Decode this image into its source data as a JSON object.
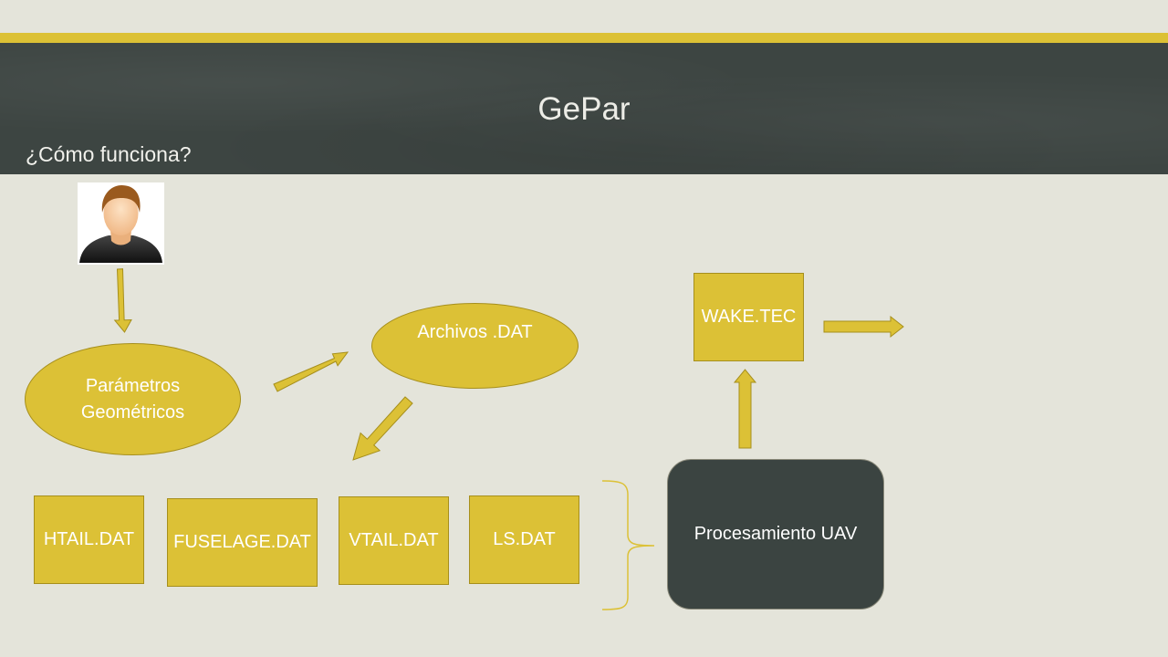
{
  "slide": {
    "title": "GePar",
    "subtitle": "¿Cómo funciona?"
  },
  "icons": {
    "user": "user-avatar-icon"
  },
  "nodes": {
    "parametros": "Parámetros Geométricos",
    "archivos": "Archivos .DAT",
    "wake": "WAKE.TEC",
    "procesamiento": "Procesamiento UAV",
    "htail": "HTAIL.DAT",
    "fuselage": "FUSELAGE.DAT",
    "vtail": "VTAIL.DAT",
    "ls": "LS.DAT"
  },
  "colors": {
    "background": "#e4e4da",
    "accent_gold": "#dcc135",
    "header_dark": "#3d4542",
    "node_dark": "#3b4441",
    "text_light": "#ffffff"
  }
}
